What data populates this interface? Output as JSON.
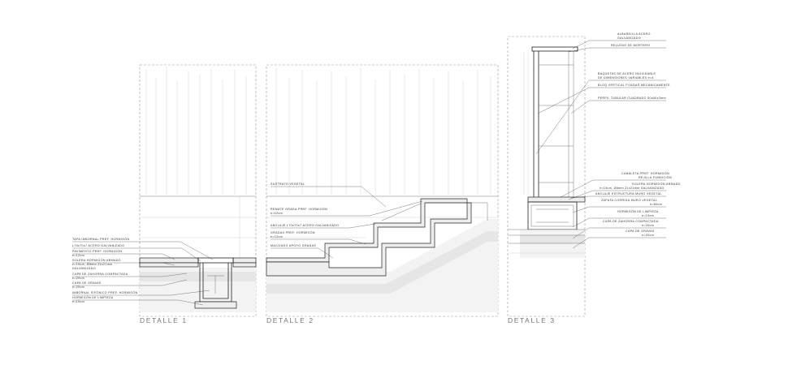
{
  "details": [
    {
      "title": "DETALLE  1",
      "labels": [
        "TAPA IMBORNAL PREF. HORMIGÓN",
        "L70x70x7 ACERO GALVANIZADO",
        "PAVIMENTO PREF. HORMIGÓN",
        "e=12cm",
        "SOLERA HORMIGÓN ARMADO",
        "e=15cm, Ø8mm 21x21mm",
        "GALVANIZADO",
        "CAPA DE ZAHORRA COMPACTADA",
        "e=20cm",
        "CAPA DE GRAVAS",
        "e=20cm",
        "IMBORNAL SIFÓNICO PREF. HORMIGÓN",
        "HORMIGÓN DE LIMPIEZA",
        "e=10cm"
      ]
    },
    {
      "title": "DETALLE  2",
      "labels": [
        "SUSTRATO VEGETAL",
        "REMATE GRADA PREF. HORMIGÓN",
        "e=12cm",
        "ANCLAJE L70x70x7 ACERO GALVANIZADO",
        "GRADAS PREF. HORMIGÓN",
        "e=12cm",
        "MACIZADO APOYO GRADAS"
      ]
    },
    {
      "title": "DETALLE  3",
      "labels": [
        "ALBARDILLA ACERO",
        "GALVANIZADO",
        "RELLENO DE MORTERO",
        "BAQUETAS DE ACERO INOXIDABLE",
        "DE DIMENSIONES VARIABLES e=4",
        "BLOQ VERTICAL FIJADAS MECÁNICAMENTE",
        "PERFIL TUBULAR CUADRADO 50x50x3mm",
        "CANALETA PREF. HORMIGÓN",
        "REJILLA FUNDICIÓN",
        "SOLERA HORMIGÓN ARMADO",
        "e=15cm, Ø8mm 21x21mm GALVANIZADO",
        "ANCLAJE ESTRUCTURA MURO VEGETAL",
        "ZAPATA CORRIDA MURO VEGETAL",
        "h=60cm",
        "HORMIGÓN DE LIMPIEZA",
        "e=10cm",
        "CAPA DE ZAHORRA COMPACTADA",
        "e=20cm",
        "CAPA DE GRAVAS",
        "e=20cm"
      ]
    }
  ]
}
